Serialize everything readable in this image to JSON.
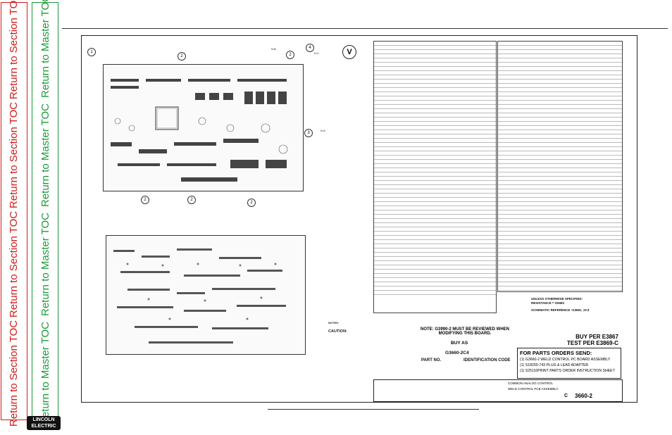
{
  "sidebar": {
    "section_label": "Return to Section TOC",
    "master_label": "Return to Master TOC"
  },
  "logo": {
    "line1": "LINCOLN",
    "line2": "ELECTRIC"
  },
  "drawing": {
    "v_marker": "V",
    "callouts": [
      "1",
      "2",
      "2",
      "4",
      "3",
      "2",
      "2",
      "2"
    ],
    "labels": [
      "N.B.",
      "N.C.",
      "N.A."
    ],
    "note_main": "NOTE: G3990-2 MUST BE REVIEWED WHEN MODIFYING THIS BOARD.",
    "buy_as": "BUY AS",
    "part_no": "G3660-2C4",
    "part_no_label": "PART NO.",
    "ident_label": "IDENTIFICATION CODE",
    "buy_per": "BUY PER E3867",
    "test_per": "TEST PER E3869-C",
    "unless": "UNLESS OTHERWISE SPECIFIED:",
    "resistance": "RESISTANCE = OHMS",
    "schem_ref": "SCHEMATIC REFERENCE -G3661_2C3",
    "notes_title": "NOTES:",
    "caution": "CAUTION:",
    "order_header": "FOR PARTS ORDERS SEND:",
    "order_lines": [
      "(1) G3660-2      WELD CONTROL PC BOARD ASSEMBLY",
      "(1) S18250-743   PLUG & LEAD ADAPTER",
      "(1) S25110PRINT  PARTS ORDER INSTRUCTION SHEET"
    ],
    "title_block": {
      "line1": "COMMON ANALOG CONTROL",
      "line2": "WELD CONTROL PCB ASSEMBLY",
      "drawing_no_prefix": "C",
      "drawing_no": "3660-2"
    }
  }
}
